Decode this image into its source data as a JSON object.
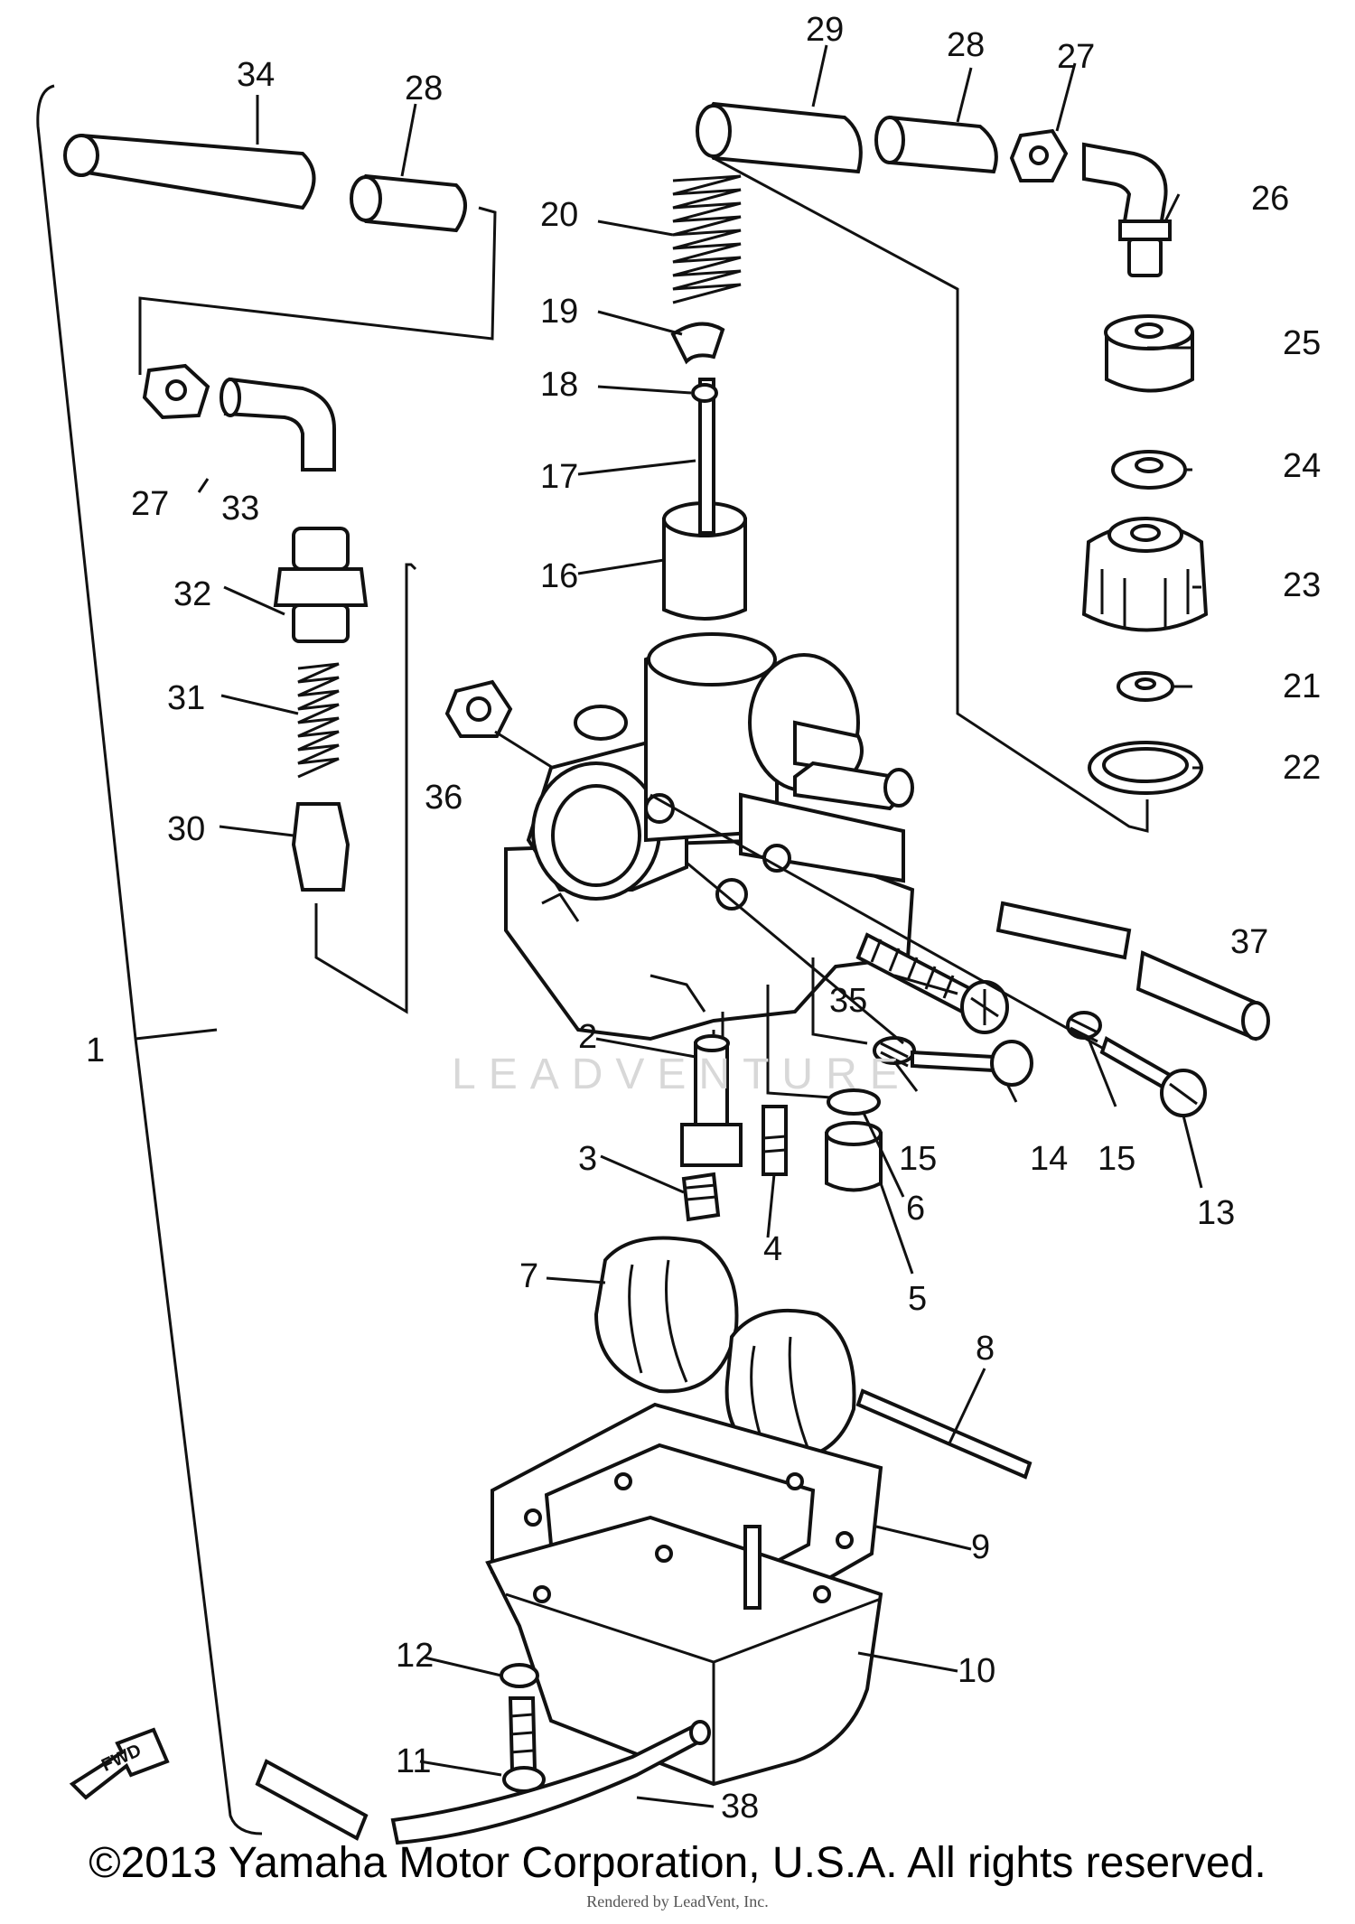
{
  "diagram": {
    "labels": [
      "1",
      "2",
      "3",
      "4",
      "5",
      "6",
      "7",
      "8",
      "9",
      "10",
      "11",
      "12",
      "13",
      "14",
      "15",
      "15",
      "16",
      "17",
      "18",
      "19",
      "20",
      "21",
      "22",
      "23",
      "24",
      "25",
      "26",
      "27",
      "27",
      "28",
      "28",
      "29",
      "30",
      "31",
      "32",
      "33",
      "34",
      "35",
      "36",
      "37",
      "38"
    ],
    "watermark": "LEADVENTURE",
    "fwd_label": "FWD"
  },
  "footer": {
    "copyright": "©2013 Yamaha Motor Corporation, U.S.A. All rights reserved.",
    "credit": "Rendered by LeadVent, Inc."
  }
}
